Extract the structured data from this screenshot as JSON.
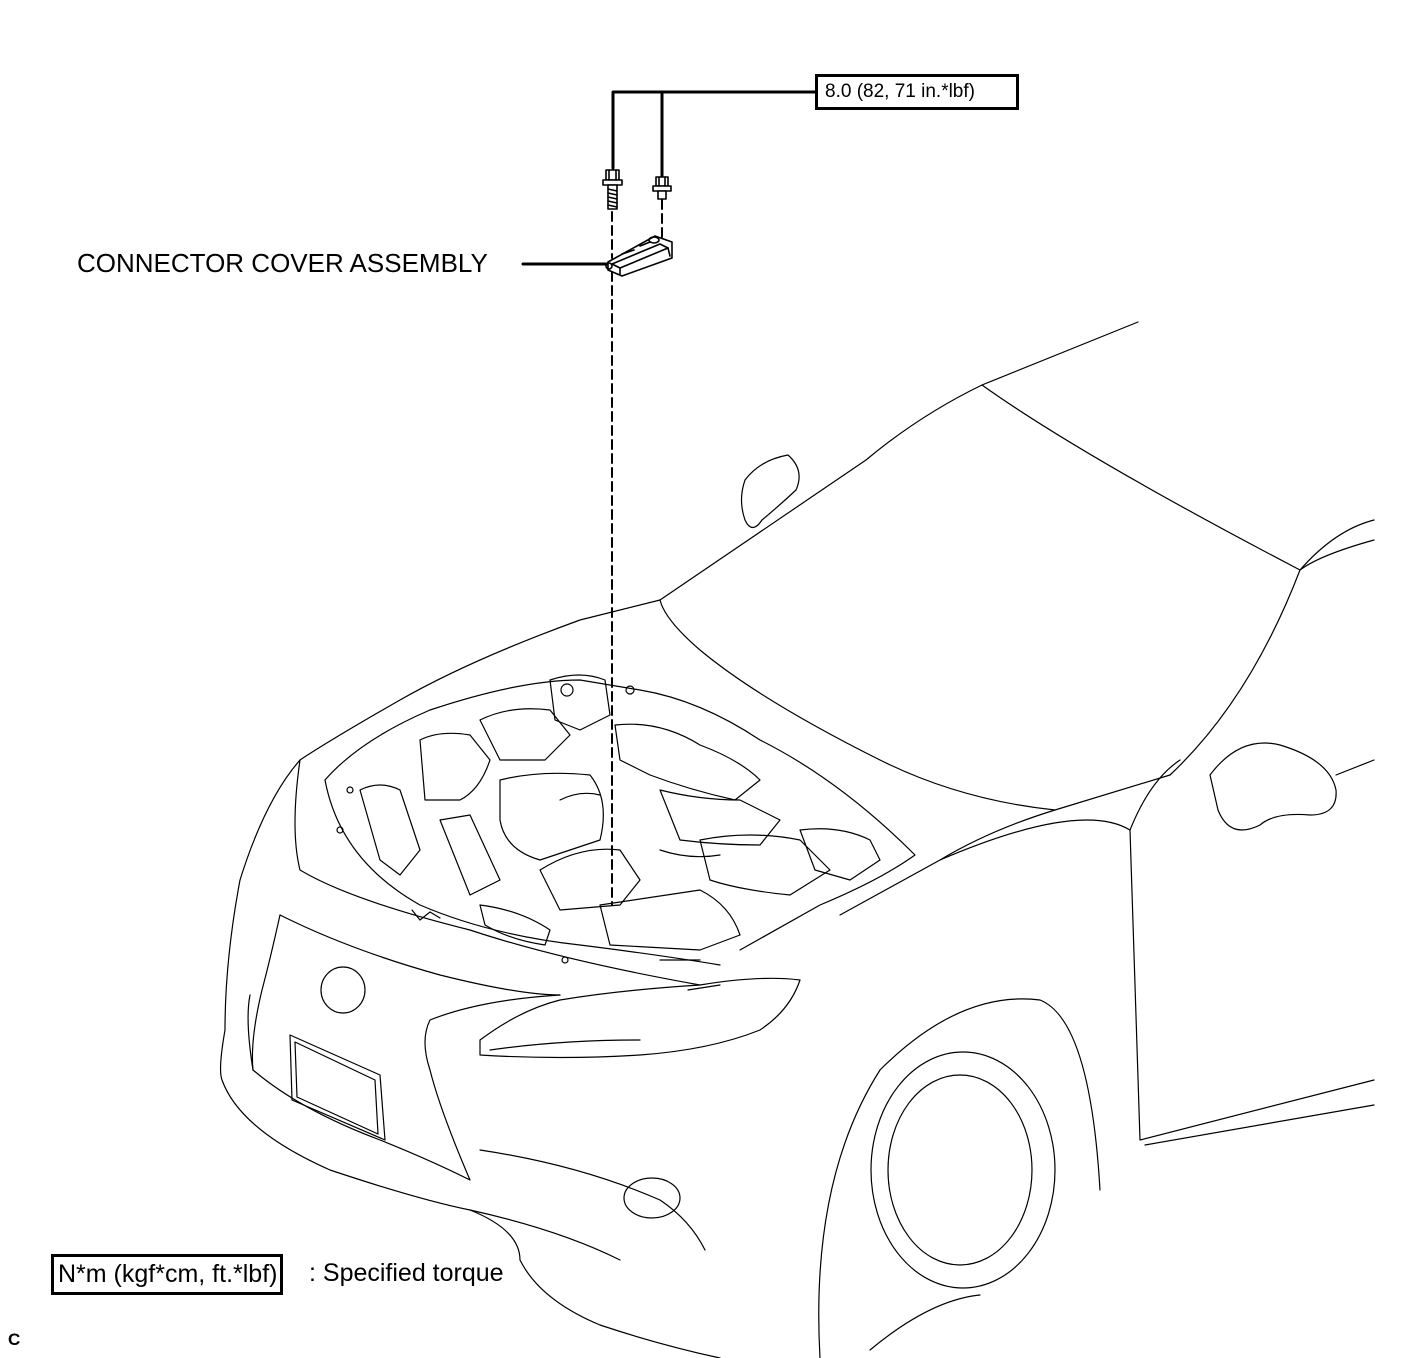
{
  "torque_callout": "8.0 (82, 71 in.*lbf)",
  "part_label": "CONNECTOR COVER ASSEMBLY",
  "legend": {
    "unit_box": "N*m (kgf*cm, ft.*lbf)",
    "description": ": Specified torque"
  },
  "corner_code": "C",
  "icons": [
    "bolt-icon",
    "connector-cover-icon",
    "vehicle-front-illustration"
  ],
  "colors": {
    "line": "#000000",
    "background": "#ffffff"
  }
}
